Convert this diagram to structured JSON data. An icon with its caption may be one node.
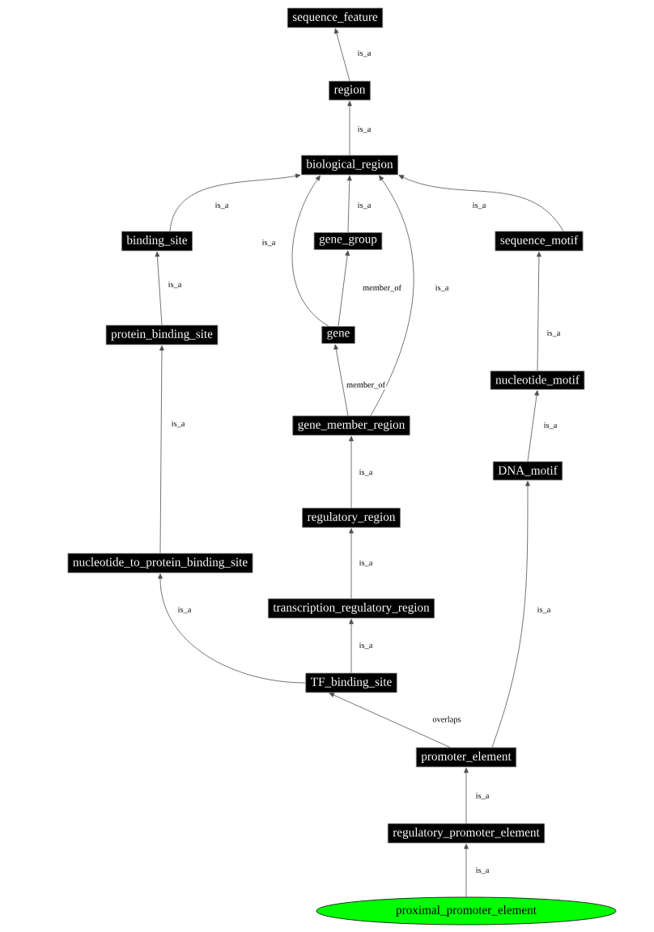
{
  "diagram": {
    "nodes": [
      {
        "text": [
          "sequence_feature"
        ]
      },
      {
        "text": [
          "region"
        ]
      },
      {
        "text": [
          "biological_region"
        ]
      },
      {
        "text": [
          "binding_site"
        ]
      },
      {
        "text": [
          "gene_group"
        ]
      },
      {
        "text": [
          "sequence_motif"
        ]
      },
      {
        "text": [
          "protein_binding_site"
        ]
      },
      {
        "text": [
          "gene"
        ]
      },
      {
        "text": [
          "nucleotide_motif"
        ]
      },
      {
        "text": [
          "gene_member_region"
        ]
      },
      {
        "text": [
          "DNA_motif"
        ]
      },
      {
        "text": [
          "regulatory_region"
        ]
      },
      {
        "text": [
          "nucleotide_to_protein_binding_site"
        ]
      },
      {
        "text": [
          "transcription_regulatory_region"
        ]
      },
      {
        "text": [
          "TF_binding_site"
        ]
      },
      {
        "text": [
          "promoter_element"
        ]
      },
      {
        "text": [
          "regulatory_promoter_element"
        ]
      },
      {
        "text": [
          "proximal_promoter_element"
        ]
      }
    ],
    "edges": [
      {
        "from": 1,
        "to": 0,
        "arrow": "to",
        "label": "is_a"
      },
      {
        "from": 2,
        "to": 1,
        "arrow": "to",
        "label": "is_a"
      },
      {
        "from": 3,
        "to": 2,
        "arrow": "to",
        "label": "is_a"
      },
      {
        "from": 4,
        "to": 2,
        "arrow": "to",
        "label": "is_a"
      },
      {
        "from": 5,
        "to": 2,
        "arrow": "to",
        "label": "is_a"
      },
      {
        "from": 6,
        "to": 3,
        "arrow": "to",
        "label": "is_a"
      },
      {
        "from": 7,
        "to": 2,
        "arrow": "to",
        "label": "is_a"
      },
      {
        "from": 7,
        "to": 4,
        "arrow": "to",
        "label": "member_of"
      },
      {
        "from": 9,
        "to": 2,
        "arrow": "to",
        "label": "is_a"
      },
      {
        "from": 9,
        "to": 7,
        "arrow": "to",
        "label": "member_of"
      },
      {
        "from": 8,
        "to": 5,
        "arrow": "to",
        "label": "is_a"
      },
      {
        "from": 10,
        "to": 8,
        "arrow": "to",
        "label": "is_a"
      },
      {
        "from": 11,
        "to": 9,
        "arrow": "to",
        "label": "is_a"
      },
      {
        "from": 12,
        "to": 6,
        "arrow": "to",
        "label": "is_a"
      },
      {
        "from": 13,
        "to": 11,
        "arrow": "to",
        "label": "is_a"
      },
      {
        "from": 14,
        "to": 13,
        "arrow": "to",
        "label": "is_a"
      },
      {
        "from": 14,
        "to": 12,
        "arrow": "to",
        "label": "is_a"
      },
      {
        "from": 15,
        "to": 14,
        "arrow": "to",
        "label": "overlaps"
      },
      {
        "from": 15,
        "to": 10,
        "arrow": "to",
        "label": "is_a"
      },
      {
        "from": 16,
        "to": 15,
        "arrow": "to",
        "label": "is_a"
      },
      {
        "from": 17,
        "to": 16,
        "arrow": "to",
        "label": "is_a"
      }
    ]
  }
}
